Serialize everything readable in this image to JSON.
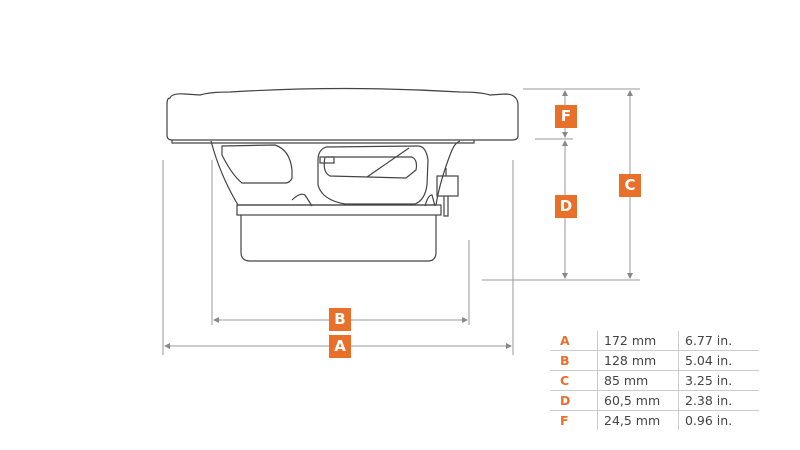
{
  "colors": {
    "accent": "#e8702a",
    "line": "#555555",
    "dim": "#999999"
  },
  "labels": {
    "A": "A",
    "B": "B",
    "C": "C",
    "D": "D",
    "F": "F"
  },
  "dimensions": [
    {
      "key": "A",
      "mm": "172 mm",
      "in": "6.77 in."
    },
    {
      "key": "B",
      "mm": "128 mm",
      "in": "5.04 in."
    },
    {
      "key": "C",
      "mm": "85 mm",
      "in": "3.25 in."
    },
    {
      "key": "D",
      "mm": "60,5 mm",
      "in": "2.38 in."
    },
    {
      "key": "F",
      "mm": "24,5 mm",
      "in": "0.96 in."
    }
  ]
}
